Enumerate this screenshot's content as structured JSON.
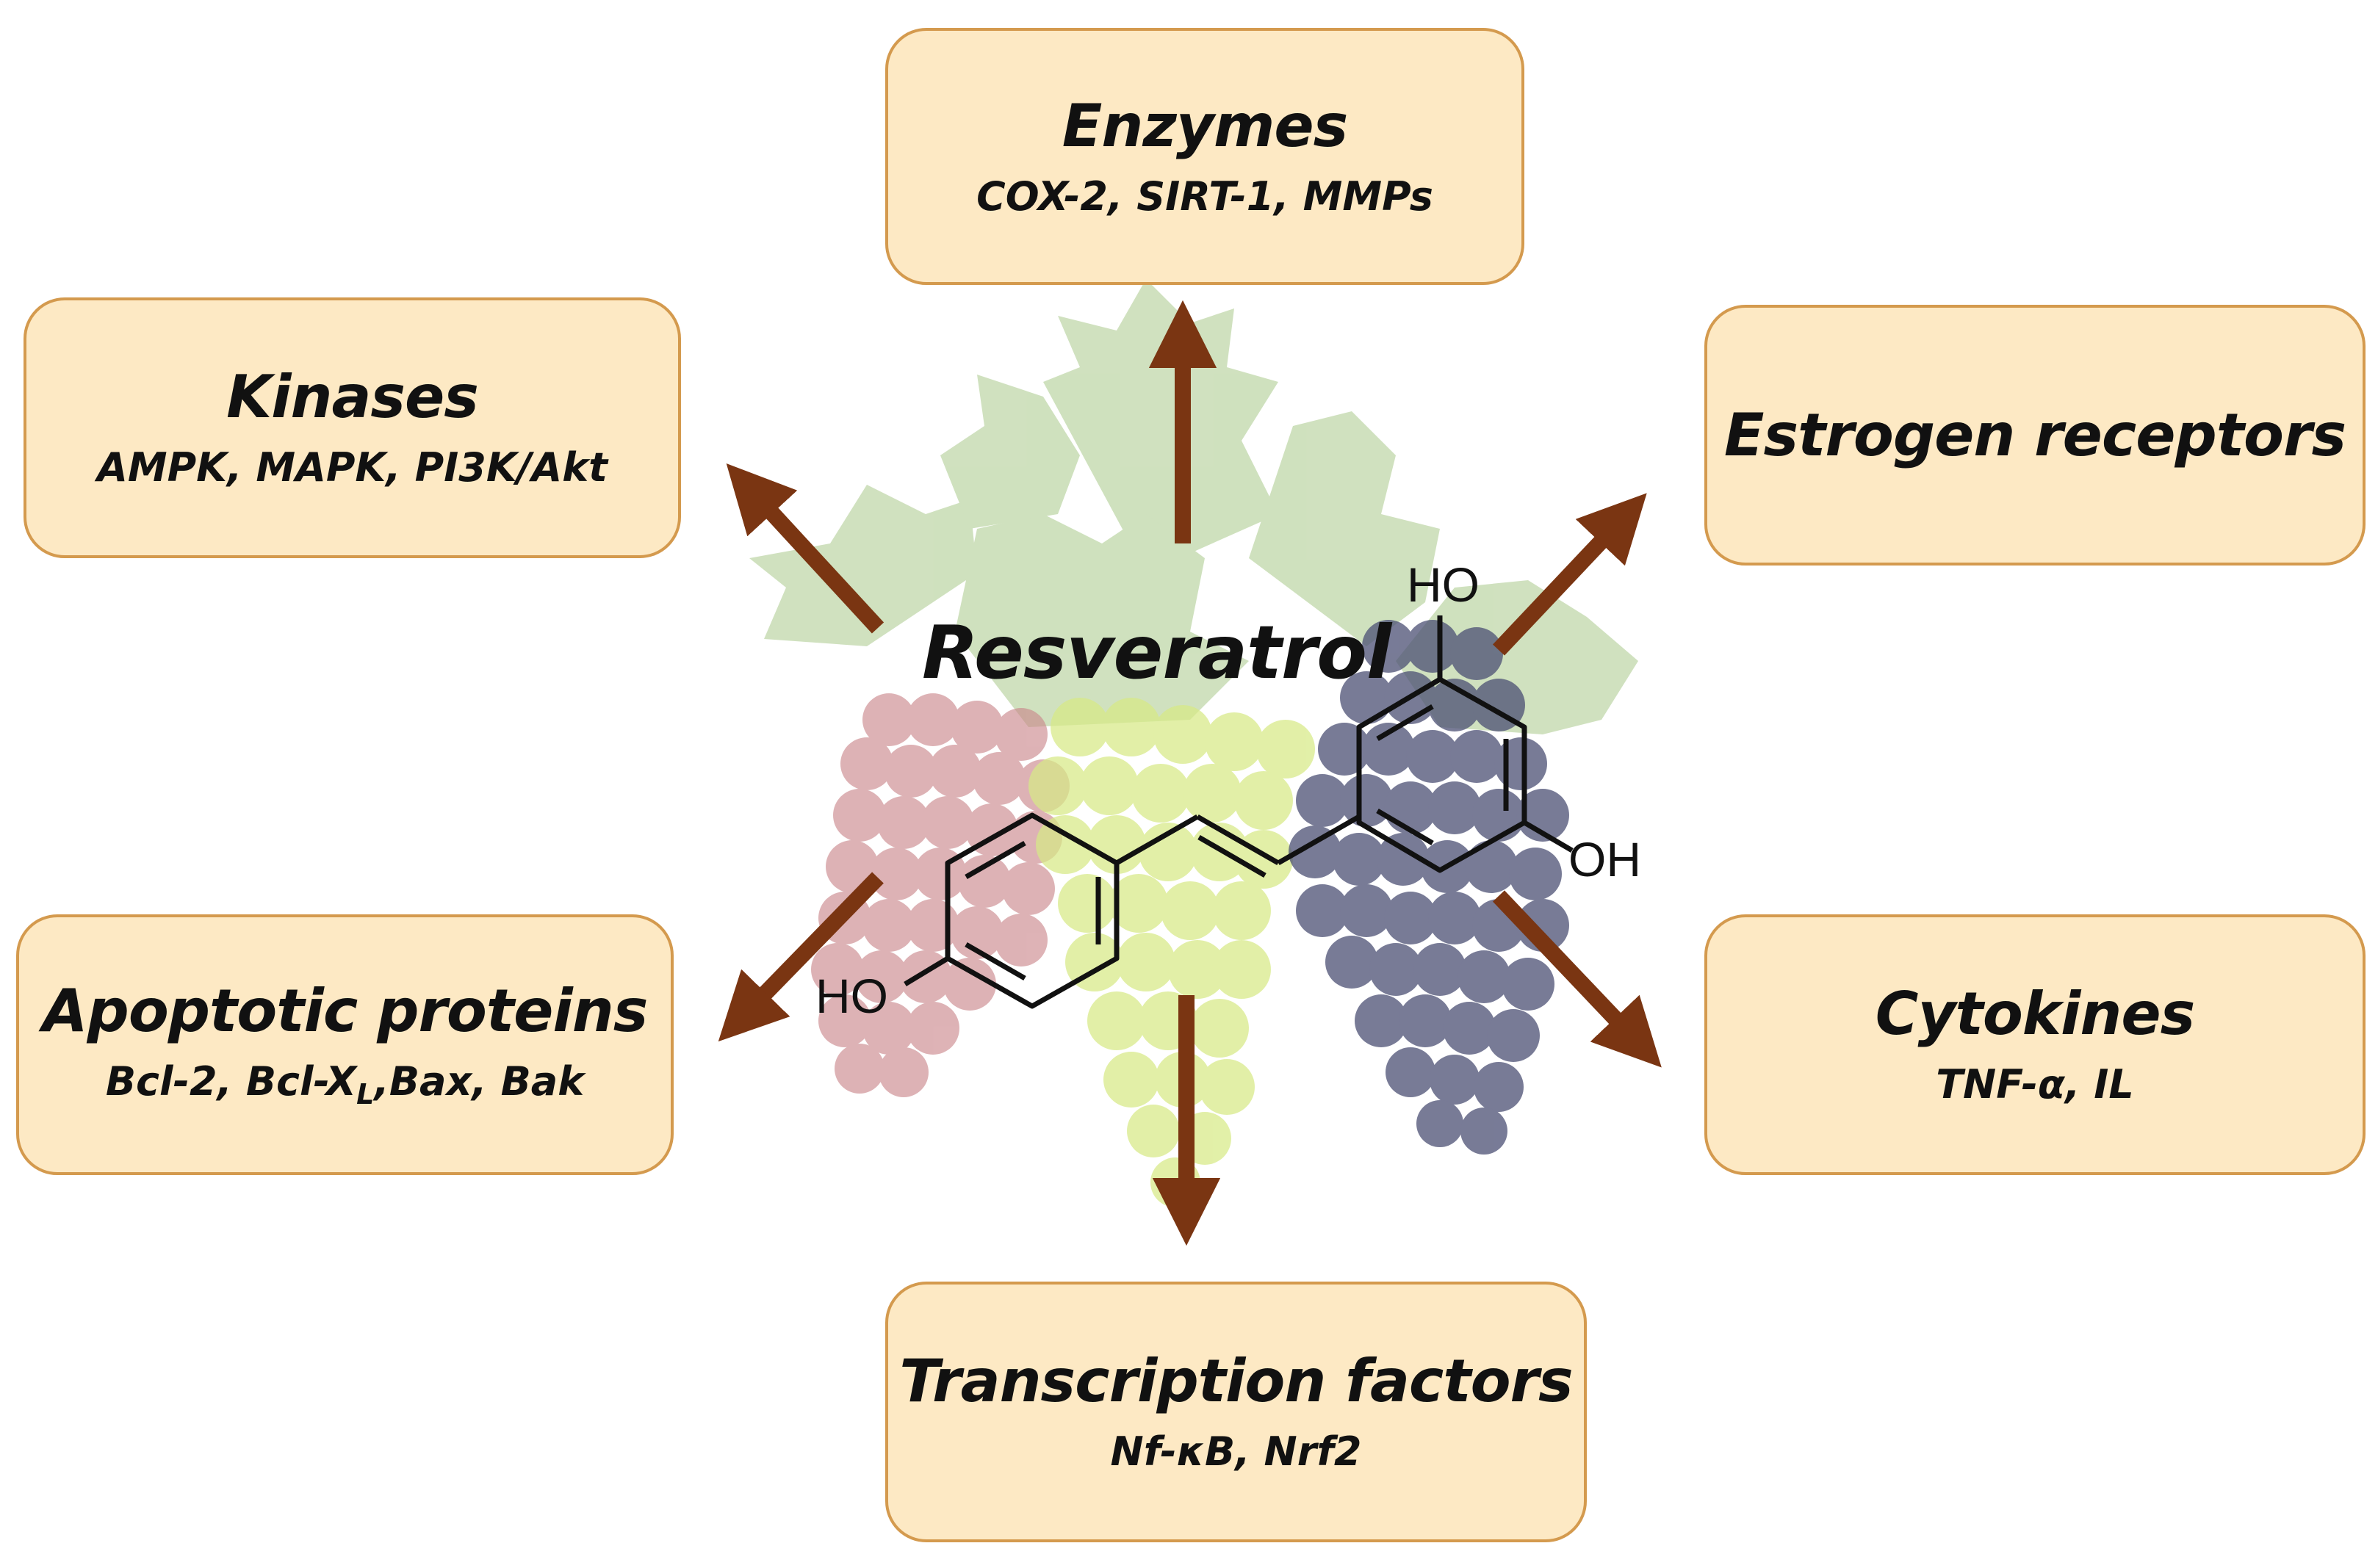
{
  "center": {
    "title": "Resveratrol"
  },
  "molecule": {
    "ho_top": "HO",
    "oh_right": "OH",
    "ho_left": "HO"
  },
  "boxes": {
    "enzymes": {
      "title": "Enzymes",
      "sub": "COX-2, SIRT-1, MMPs"
    },
    "kinases": {
      "title": "Kinases",
      "sub": "AMPK, MAPK, PI3K/Akt"
    },
    "estrogen": {
      "title": "Estrogen receptors"
    },
    "apoptotic": {
      "title": "Apoptotic proteins",
      "sub_a": "Bcl-2, Bcl-X",
      "sub_sub": "L",
      "sub_b": ",Bax, Bak"
    },
    "cytokines": {
      "title": "Cytokines",
      "sub": "TNF-α, IL"
    },
    "transcription": {
      "title": "Transcription factors",
      "sub": "Nf-κB, Nrf2"
    }
  },
  "colors": {
    "box_fill": "#fde9c4",
    "box_border": "#d49a4e",
    "arrow": "#7a3512",
    "leaf": "#a9c98a",
    "grape_red": "#c98489",
    "grape_green": "#d7ea86",
    "grape_dark": "#4b4f74"
  }
}
